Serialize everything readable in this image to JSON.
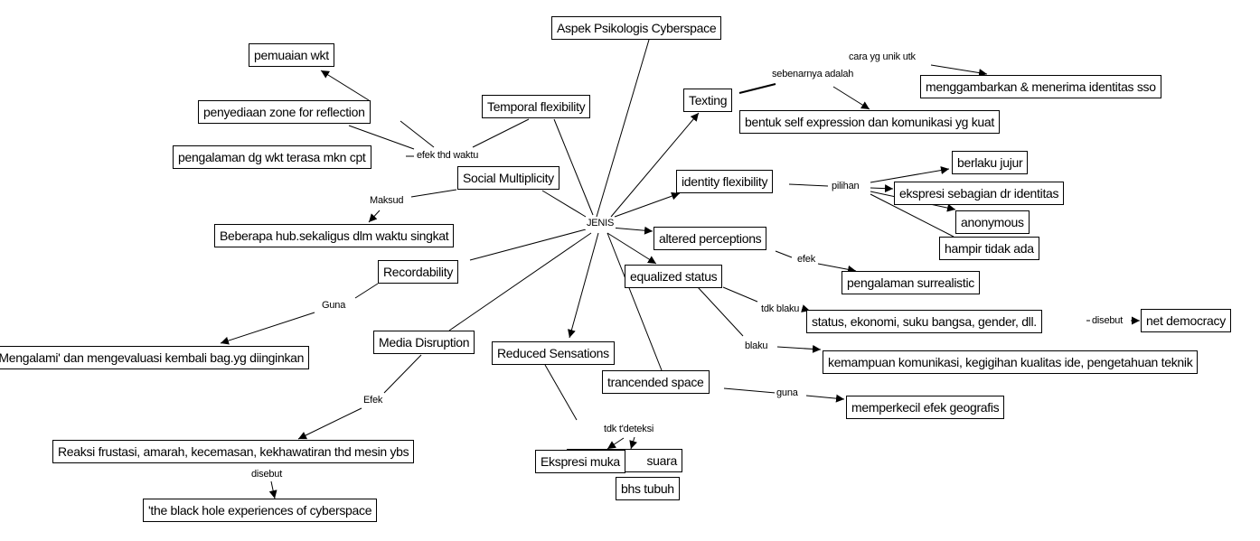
{
  "map": {
    "concepts": {
      "root": "Aspek Psikologis Cyberspace",
      "pemuaian": "pemuaian wkt",
      "penyediaan": "penyediaan zone for reflection",
      "temporal": "Temporal flexibility",
      "pengalaman_wkt": "pengalaman dg wkt terasa mkn cpt",
      "social": "Social Multiplicity",
      "beberapa": "Beberapa hub.sekaligus dlm waktu singkat",
      "texting": "Texting",
      "menggambarkan": "menggambarkan & menerima identitas sso",
      "bentuk": "bentuk self expression dan komunikasi yg kuat",
      "identity": "identity flexibility",
      "berlaku_jujur": "berlaku jujur",
      "ekspresi_sebagian": "ekspresi sebagian dr identitas",
      "anonymous": "anonymous",
      "hampir": "hampir tidak ada",
      "altered": "altered perceptions",
      "surrealistic": "pengalaman surrealistic",
      "equalized": "equalized status",
      "status": "status, ekonomi, suku bangsa, gender, dll.",
      "net_democracy": "net democracy",
      "kemampuan": "kemampuan komunikasi, kegigihan kualitas ide, pengetahuan teknik",
      "recordability": "Recordability",
      "mengalami": "'Mengalami' dan mengevaluasi kembali bag.yg diinginkan",
      "media": "Media Disruption",
      "reduced": "Reduced Sensations",
      "trancended": "trancended space",
      "memperkecil": "memperkecil efek geografis",
      "reaksi": "Reaksi frustasi, amarah, kecemasan, kekhawatiran thd mesin ybs",
      "black_hole": "'the black hole experiences of cyberspace",
      "suara": "suara",
      "ekspresi_muka": "Ekspresi muka",
      "bhs_tubuh": "bhs tubuh"
    },
    "links": {
      "jenis": "JENIS",
      "efek_waktu": "efek thd waktu",
      "maksud": "Maksud",
      "sebenarnya": "sebenarnya adalah",
      "cara": "cara yg unik utk",
      "pilihan": "pilihan",
      "efek_altered": "efek",
      "tdk_blaku": "tdk blaku",
      "disebut_net": "disebut",
      "blaku": "blaku",
      "guna_record": "Guna",
      "efek_media": "Efek",
      "disebut_black": "disebut",
      "guna_space": "guna",
      "tdk_deteksi": "tdk t'deteksi"
    }
  }
}
